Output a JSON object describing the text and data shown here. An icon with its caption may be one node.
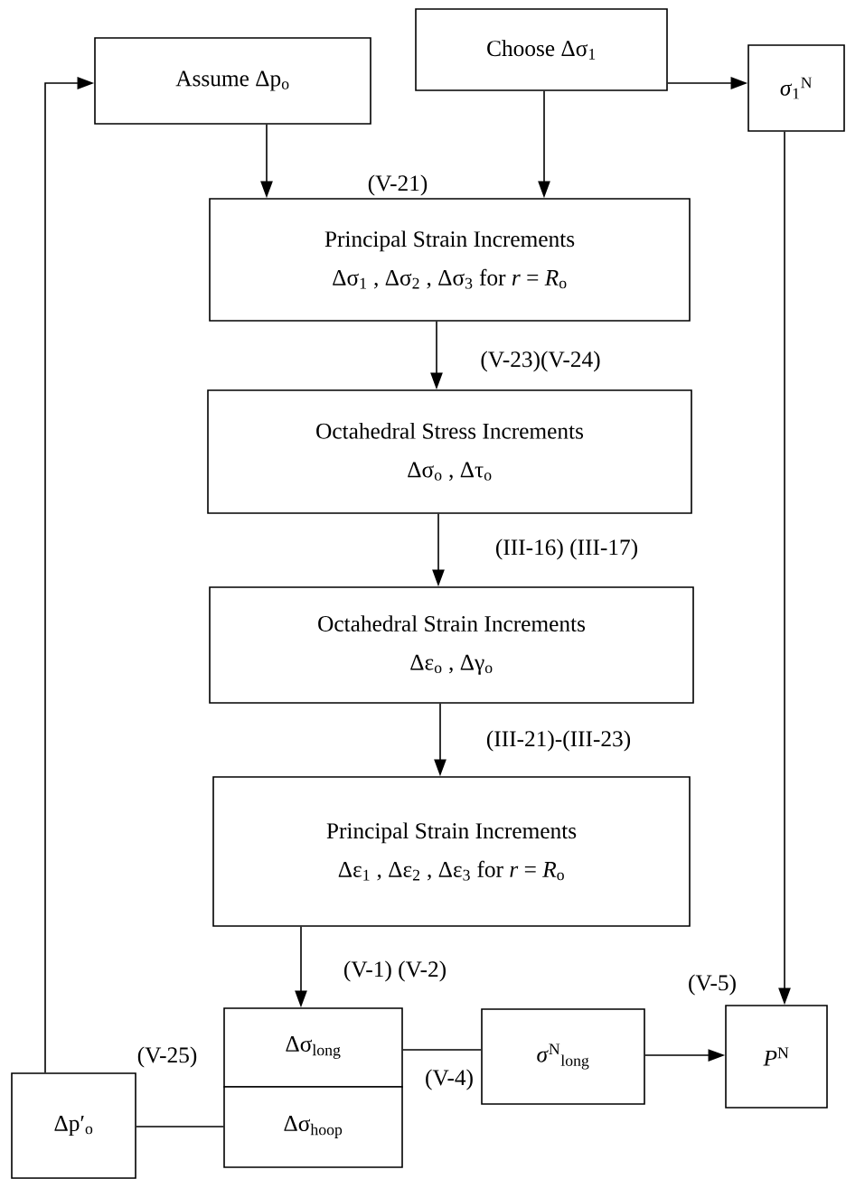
{
  "diagram": {
    "nodes": [
      {
        "text": [
          "Assume Δp$_{o}$"
        ]
      },
      {
        "text": [
          "Choose Δσ$_{1}$"
        ]
      },
      {
        "text": [
          "*σ*$_{1}$$^{N}$"
        ]
      },
      {
        "text": [
          "Principal Strain Increments",
          "Δσ$_{1}$ , Δσ$_{2}$ , Δσ$_{3}$  for  *r* = *R*$_{o}$"
        ]
      },
      {
        "text": [
          "Octahedral Stress Increments",
          "Δσ$_{o}$ , Δτ$_{o}$"
        ]
      },
      {
        "text": [
          "Octahedral Strain Increments",
          "Δε$_{o}$ , Δγ$_{o}$"
        ]
      },
      {
        "text": [
          "Principal Strain Increments",
          "Δε$_{1}$ , Δε$_{2}$ , Δε$_{3}$   for  *r* = *R*$_{o}$"
        ]
      },
      {
        "text": [
          "Δσ$_{long}$"
        ]
      },
      {
        "text": [
          "Δσ$_{hoop}$"
        ]
      },
      {
        "text": [
          "*σ*$^{N}$$_{long}$"
        ]
      },
      {
        "text": [
          "*P*$^{N}$"
        ]
      },
      {
        "text": [
          "Δp′$_{o}$"
        ]
      }
    ],
    "edges": [
      {
        "from": 1,
        "to": 2,
        "arrow": "to"
      },
      {
        "from": 0,
        "to": 3,
        "arrow": "to"
      },
      {
        "from": 1,
        "to": 3,
        "arrow": "to"
      },
      {
        "from": 3,
        "to": 4,
        "arrow": "to",
        "label": "(V-23)(V-24)"
      },
      {
        "from": 4,
        "to": 5,
        "arrow": "to",
        "label": "(III-16) (III-17)"
      },
      {
        "from": 5,
        "to": 6,
        "arrow": "to",
        "label": "(III-21)-(III-23)"
      },
      {
        "from": 6,
        "to": 7,
        "arrow": "to",
        "label": "(V-1) (V-2)"
      },
      {
        "from": 7,
        "to": 9,
        "arrow": "none",
        "label": "(V-4)"
      },
      {
        "from": 9,
        "to": 10,
        "arrow": "to"
      },
      {
        "from": 2,
        "to": 10,
        "arrow": "to"
      },
      {
        "from": 11,
        "to": 8,
        "arrow": "none"
      },
      {
        "from": 11,
        "to": 0,
        "arrow": "to"
      }
    ],
    "labels": [
      "(V-21)",
      "(V-5)",
      "(V-25)"
    ]
  }
}
